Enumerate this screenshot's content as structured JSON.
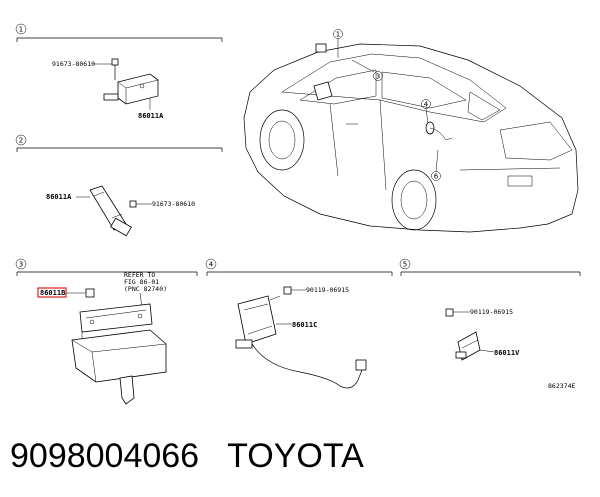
{
  "sections": [
    {
      "num": "1",
      "callouts": [
        "91673-80610",
        "86011A"
      ]
    },
    {
      "num": "2",
      "callouts": [
        "86011A",
        "91673-80610"
      ]
    },
    {
      "num": "3",
      "callouts": [
        "86011B"
      ],
      "refer": [
        "REFER TO",
        "FIG 86-01",
        "(PNC 82740)"
      ]
    },
    {
      "num": "4",
      "callouts": [
        "90119-06915",
        "86011C"
      ]
    },
    {
      "num": "5",
      "callouts": [
        "90119-06915",
        "86011V"
      ]
    }
  ],
  "car_markers": [
    "1",
    "3",
    "4",
    "6"
  ],
  "figure_code": "862374E",
  "caption": {
    "part_number": "9098004066",
    "brand": "TOYOTA"
  },
  "colors": {
    "highlight": "#e0201c",
    "ink": "#000000"
  }
}
